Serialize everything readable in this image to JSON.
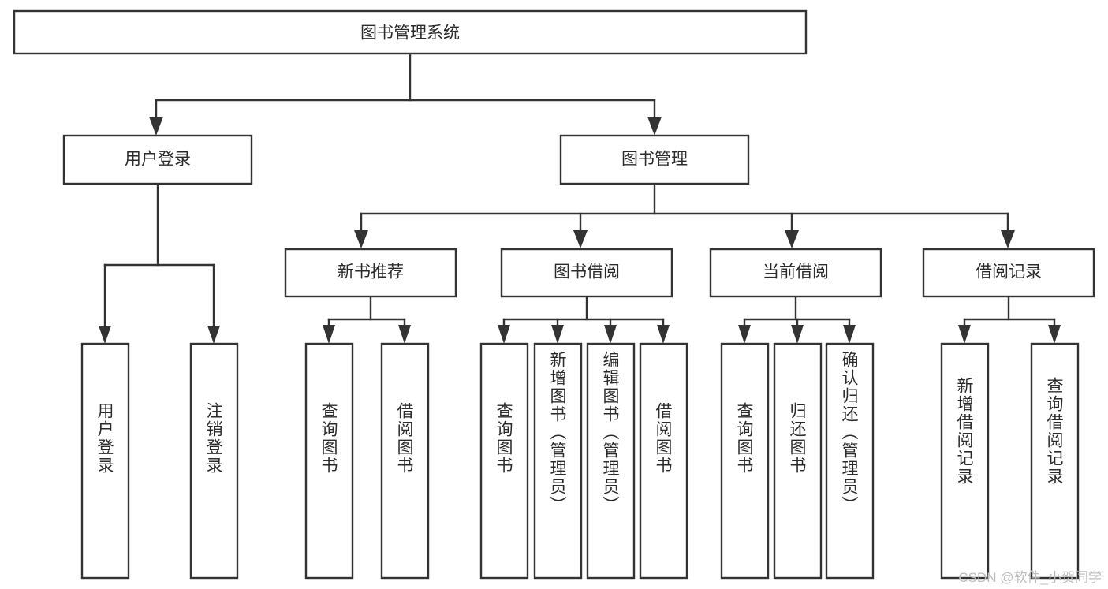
{
  "diagram": {
    "title": "图书管理系统",
    "type": "hierarchy-tree",
    "root": {
      "id": "root",
      "label": "图书管理系统"
    },
    "level2": [
      {
        "id": "user-login",
        "label": "用户登录"
      },
      {
        "id": "book-management",
        "label": "图书管理"
      }
    ],
    "level3": [
      {
        "id": "new-book-recommend",
        "label": "新书推荐",
        "parent": "book-management"
      },
      {
        "id": "book-borrow",
        "label": "图书借阅",
        "parent": "book-management"
      },
      {
        "id": "current-borrow",
        "label": "当前借阅",
        "parent": "book-management"
      },
      {
        "id": "borrow-record",
        "label": "借阅记录",
        "parent": "book-management"
      }
    ],
    "leaves": [
      {
        "id": "leaf-user-login",
        "label": "用户登录",
        "parent": "user-login"
      },
      {
        "id": "leaf-user-logout",
        "label": "注销登录",
        "parent": "user-login"
      },
      {
        "id": "leaf-query-book-1",
        "label": "查询图书",
        "parent": "new-book-recommend"
      },
      {
        "id": "leaf-borrow-book-1",
        "label": "借阅图书",
        "parent": "new-book-recommend"
      },
      {
        "id": "leaf-query-book-2",
        "label": "查询图书",
        "parent": "book-borrow"
      },
      {
        "id": "leaf-add-book",
        "label": "新增图书（管理员）",
        "parent": "book-borrow"
      },
      {
        "id": "leaf-edit-book",
        "label": "编辑图书（管理员）",
        "parent": "book-borrow"
      },
      {
        "id": "leaf-borrow-book-2",
        "label": "借阅图书",
        "parent": "book-borrow"
      },
      {
        "id": "leaf-query-book-3",
        "label": "查询图书",
        "parent": "current-borrow"
      },
      {
        "id": "leaf-return-book",
        "label": "归还图书",
        "parent": "current-borrow"
      },
      {
        "id": "leaf-confirm-return",
        "label": "确认归还（管理员）",
        "parent": "current-borrow"
      },
      {
        "id": "leaf-add-record",
        "label": "新增借阅记录",
        "parent": "borrow-record"
      },
      {
        "id": "leaf-query-record",
        "label": "查询借阅记录",
        "parent": "borrow-record"
      }
    ],
    "watermark": "CSDN @软件_小贺同学",
    "colors": {
      "stroke": "#333333",
      "box_fill": "#ffffff",
      "text": "#2b2b2b",
      "watermark": "#bcbcbc",
      "background": "#ffffff"
    }
  }
}
